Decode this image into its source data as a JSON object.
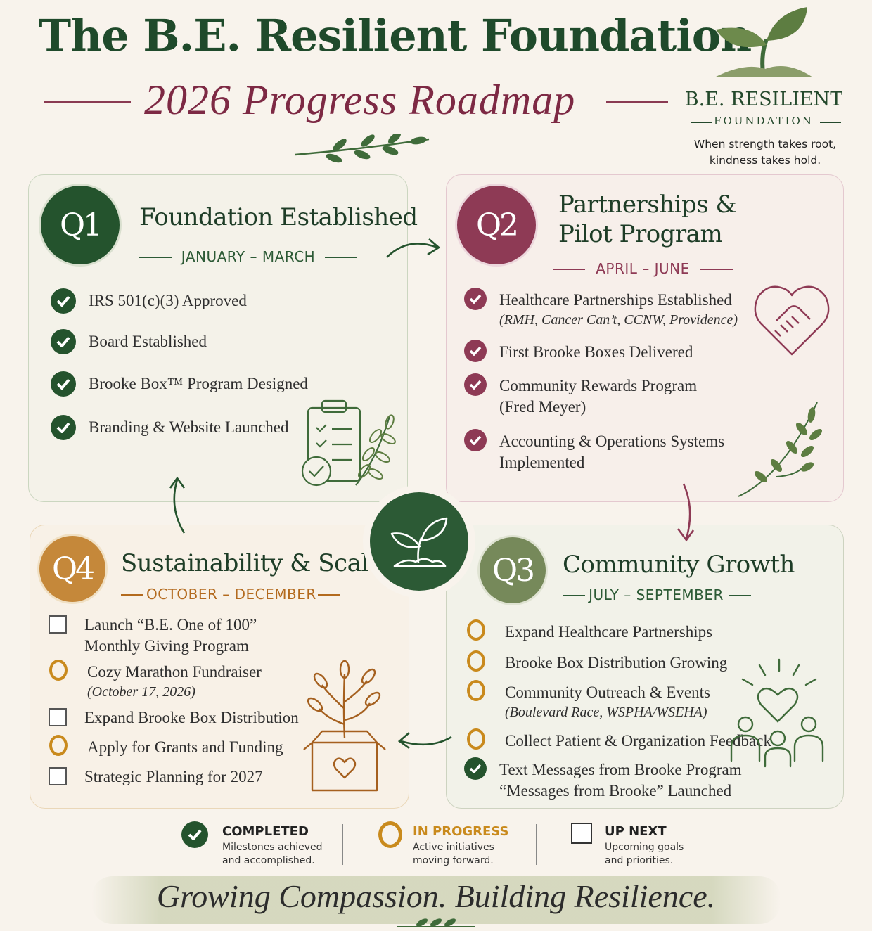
{
  "header": {
    "title": "The B.E. Resilient Foundation",
    "subtitle": "2026 Progress Roadmap"
  },
  "logo": {
    "name": "B.E. RESILIENT",
    "sub": "FOUNDATION",
    "tagline_1": "When strength takes root,",
    "tagline_2": "kindness takes hold.",
    "icon": "sprout-icon"
  },
  "colors": {
    "green": "#2c5a35",
    "maroon": "#8e3a55",
    "olive": "#76895a",
    "gold": "#c98a1d",
    "background": "#f8f3ec"
  },
  "quarters": {
    "q1": {
      "badge": "Q1",
      "title": "Foundation Established",
      "period": "JANUARY – MARCH",
      "items": [
        {
          "label": "IRS 501(c)(3) Approved",
          "status": "completed"
        },
        {
          "label": "Board Established",
          "status": "completed"
        },
        {
          "label": "Brooke Box™ Program Designed",
          "status": "completed"
        },
        {
          "label": "Branding & Website Launched",
          "status": "completed"
        }
      ],
      "icon": "clipboard-check-icon"
    },
    "q2": {
      "badge": "Q2",
      "title_1": "Partnerships &",
      "title_2": "Pilot Program",
      "period": "APRIL – JUNE",
      "items": [
        {
          "label": "Healthcare Partnerships Established",
          "sub": "(RMH, Cancer Can’t, CCNW, Providence)",
          "status": "completed"
        },
        {
          "label": "First Brooke Boxes Delivered",
          "status": "completed"
        },
        {
          "label": "Community Rewards Program",
          "label_2": "(Fred Meyer)",
          "status": "completed"
        },
        {
          "label": "Accounting & Operations Systems",
          "label_2": "Implemented",
          "status": "completed"
        }
      ],
      "icon": "heart-handshake-icon"
    },
    "q3": {
      "badge": "Q3",
      "title": "Community Growth",
      "period": "JULY – SEPTEMBER",
      "items": [
        {
          "label": "Expand Healthcare Partnerships",
          "status": "in-progress"
        },
        {
          "label": "Brooke Box Distribution Growing",
          "status": "in-progress"
        },
        {
          "label": "Community Outreach & Events",
          "sub": "(Boulevard Race, WSPHA/WSEHA)",
          "status": "in-progress"
        },
        {
          "label": "Collect Patient & Organization Feedback",
          "status": "in-progress"
        },
        {
          "label": "Text Messages from Brooke Program",
          "label_2": "“Messages from Brooke” Launched",
          "status": "completed"
        }
      ],
      "icon": "community-heart-icon"
    },
    "q4": {
      "badge": "Q4",
      "title": "Sustainability & Scale",
      "period": "OCTOBER – DECEMBER",
      "items": [
        {
          "label": "Launch “B.E. One of 100”",
          "label_2": "Monthly Giving Program",
          "status": "up-next"
        },
        {
          "label": "Cozy Marathon Fundraiser",
          "sub": "(October 17, 2026)",
          "status": "in-progress"
        },
        {
          "label": "Expand Brooke Box Distribution",
          "status": "up-next"
        },
        {
          "label": "Apply for Grants and Funding",
          "status": "in-progress"
        },
        {
          "label": "Strategic Planning for 2027",
          "status": "up-next"
        }
      ],
      "icon": "plant-box-icon"
    }
  },
  "legend": {
    "completed": {
      "title": "COMPLETED",
      "desc_1": "Milestones achieved",
      "desc_2": "and accomplished."
    },
    "in_progress": {
      "title": "IN PROGRESS",
      "desc_1": "Active initiatives",
      "desc_2": "moving forward."
    },
    "up_next": {
      "title": "UP NEXT",
      "desc_1": "Upcoming goals",
      "desc_2": "and priorities."
    }
  },
  "footer": "Growing Compassion. Building Resilience."
}
